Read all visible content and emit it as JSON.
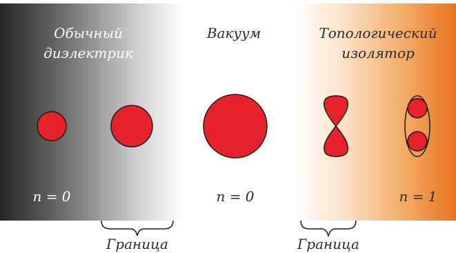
{
  "regions": {
    "left": {
      "title_line1": "Обычный",
      "title_line2": "диэлектрик",
      "n_label": "n = 0"
    },
    "middle": {
      "title": "Вакуум",
      "n_label": "n = 0"
    },
    "right": {
      "title_line1": "Топологический",
      "title_line2": "изолятор",
      "n_label": "n = 1"
    }
  },
  "boundaries": {
    "left_label": "Граница",
    "right_label": "Граница"
  },
  "colors": {
    "shape_fill": "#e8222a",
    "left_gradient_dark": "#2b2b2b",
    "right_gradient_orange": "#e8741f",
    "text_dark": "#2a2a2a",
    "text_light": "#ffffff"
  }
}
